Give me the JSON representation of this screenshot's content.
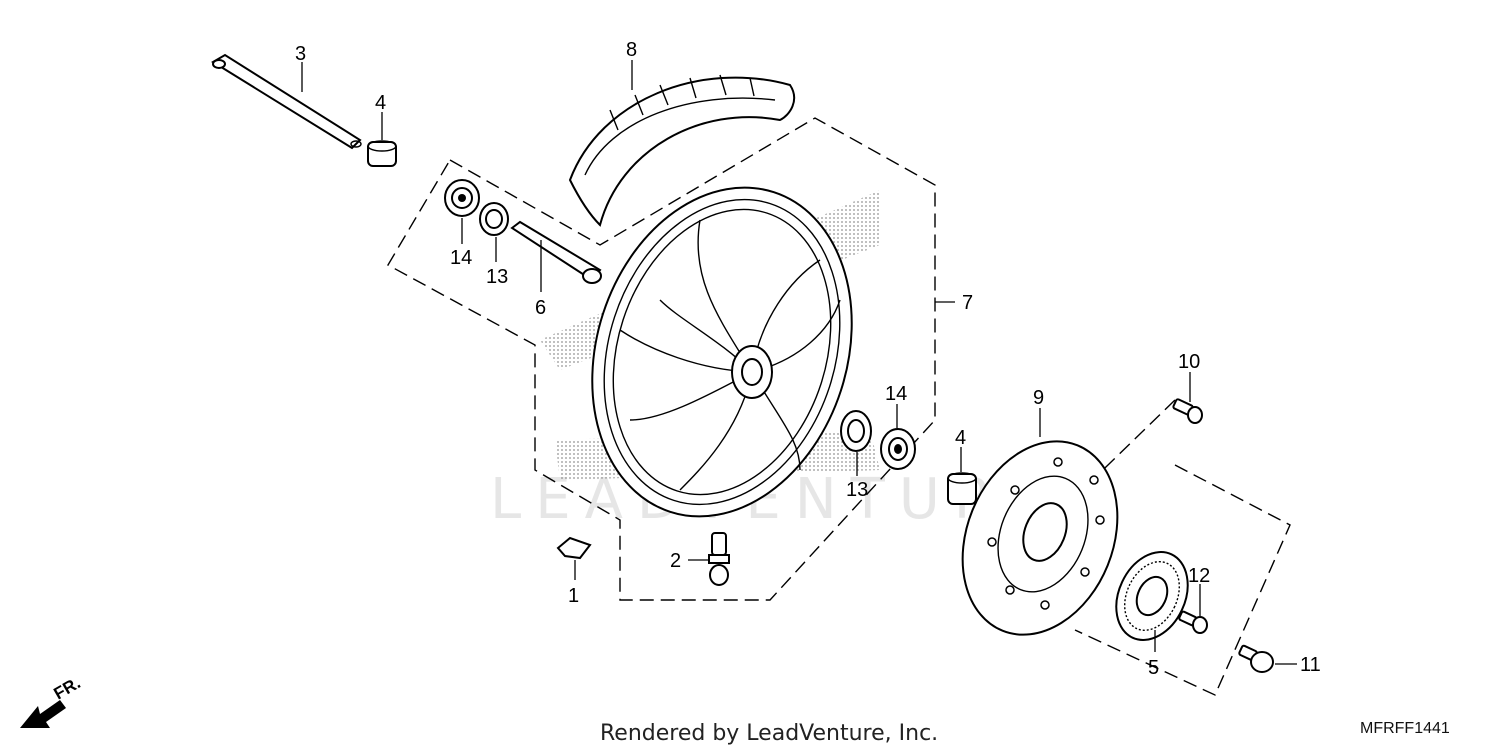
{
  "diagram": {
    "labels": {
      "p1": "1",
      "p2": "2",
      "p3": "3",
      "p4a": "4",
      "p4b": "4",
      "p5": "5",
      "p6": "6",
      "p7": "7",
      "p8": "8",
      "p9": "9",
      "p10": "10",
      "p11": "11",
      "p12": "12",
      "p13a": "13",
      "p13b": "13",
      "p14a": "14",
      "p14b": "14"
    },
    "watermark": "LEADVENTURE",
    "direction_label": "FR.",
    "footer": "Rendered by LeadVenture, Inc.",
    "diagram_code": "MFRFF1441"
  }
}
